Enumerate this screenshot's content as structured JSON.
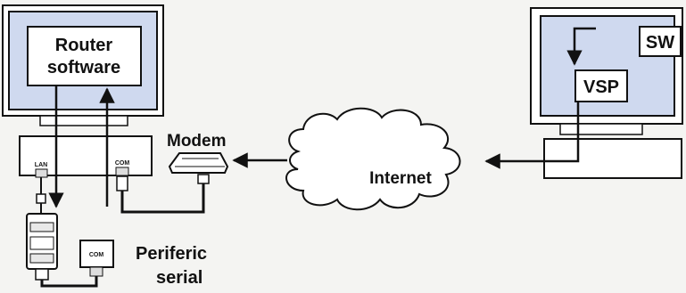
{
  "diagram": {
    "left_pc": {
      "screen_label_line1": "Router",
      "screen_label_line2": "software",
      "port_lan": "LAN",
      "port_com": "COM"
    },
    "modem_label": "Modem",
    "internet_label": "Internet",
    "right_pc": {
      "sw_label": "SW",
      "vsp_label": "VSP"
    },
    "peripheral": {
      "port_com": "COM",
      "label_line1": "Periferic",
      "label_line2": "serial"
    },
    "colors": {
      "screen_blue": "#cfd9ef",
      "line": "#111111",
      "paper": "#f4f4f2"
    }
  }
}
